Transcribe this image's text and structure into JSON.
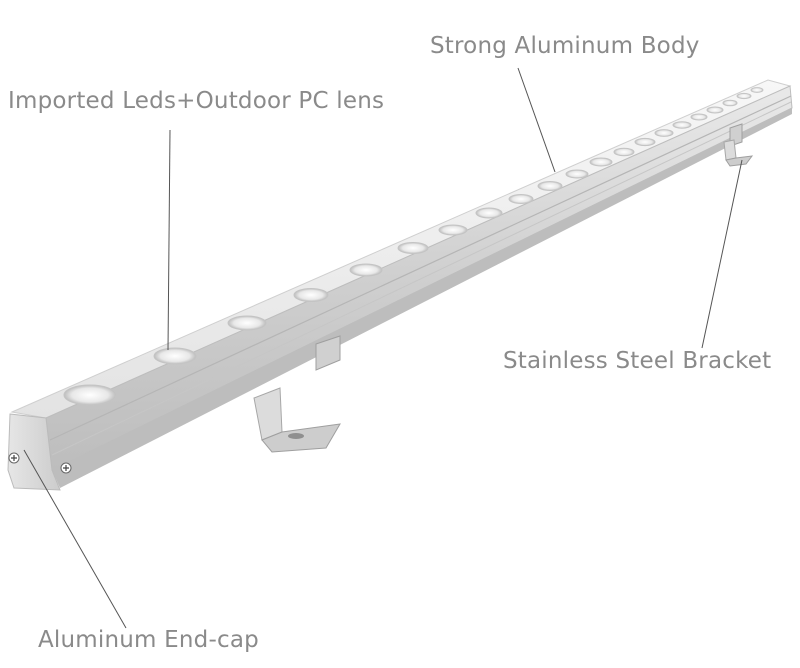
{
  "labels": {
    "body": "Strong Aluminum Body",
    "leds": "Imported Leds+Outdoor PC lens",
    "bracket": "Stainless Steel Bracket",
    "endcap": "Aluminum End-cap"
  },
  "colors": {
    "label": "#8a8a8a",
    "leader": "#555555",
    "aluminum_light": "#f2f2f2",
    "aluminum_mid": "#d9d9d9",
    "aluminum_dark": "#a9a9a9"
  }
}
